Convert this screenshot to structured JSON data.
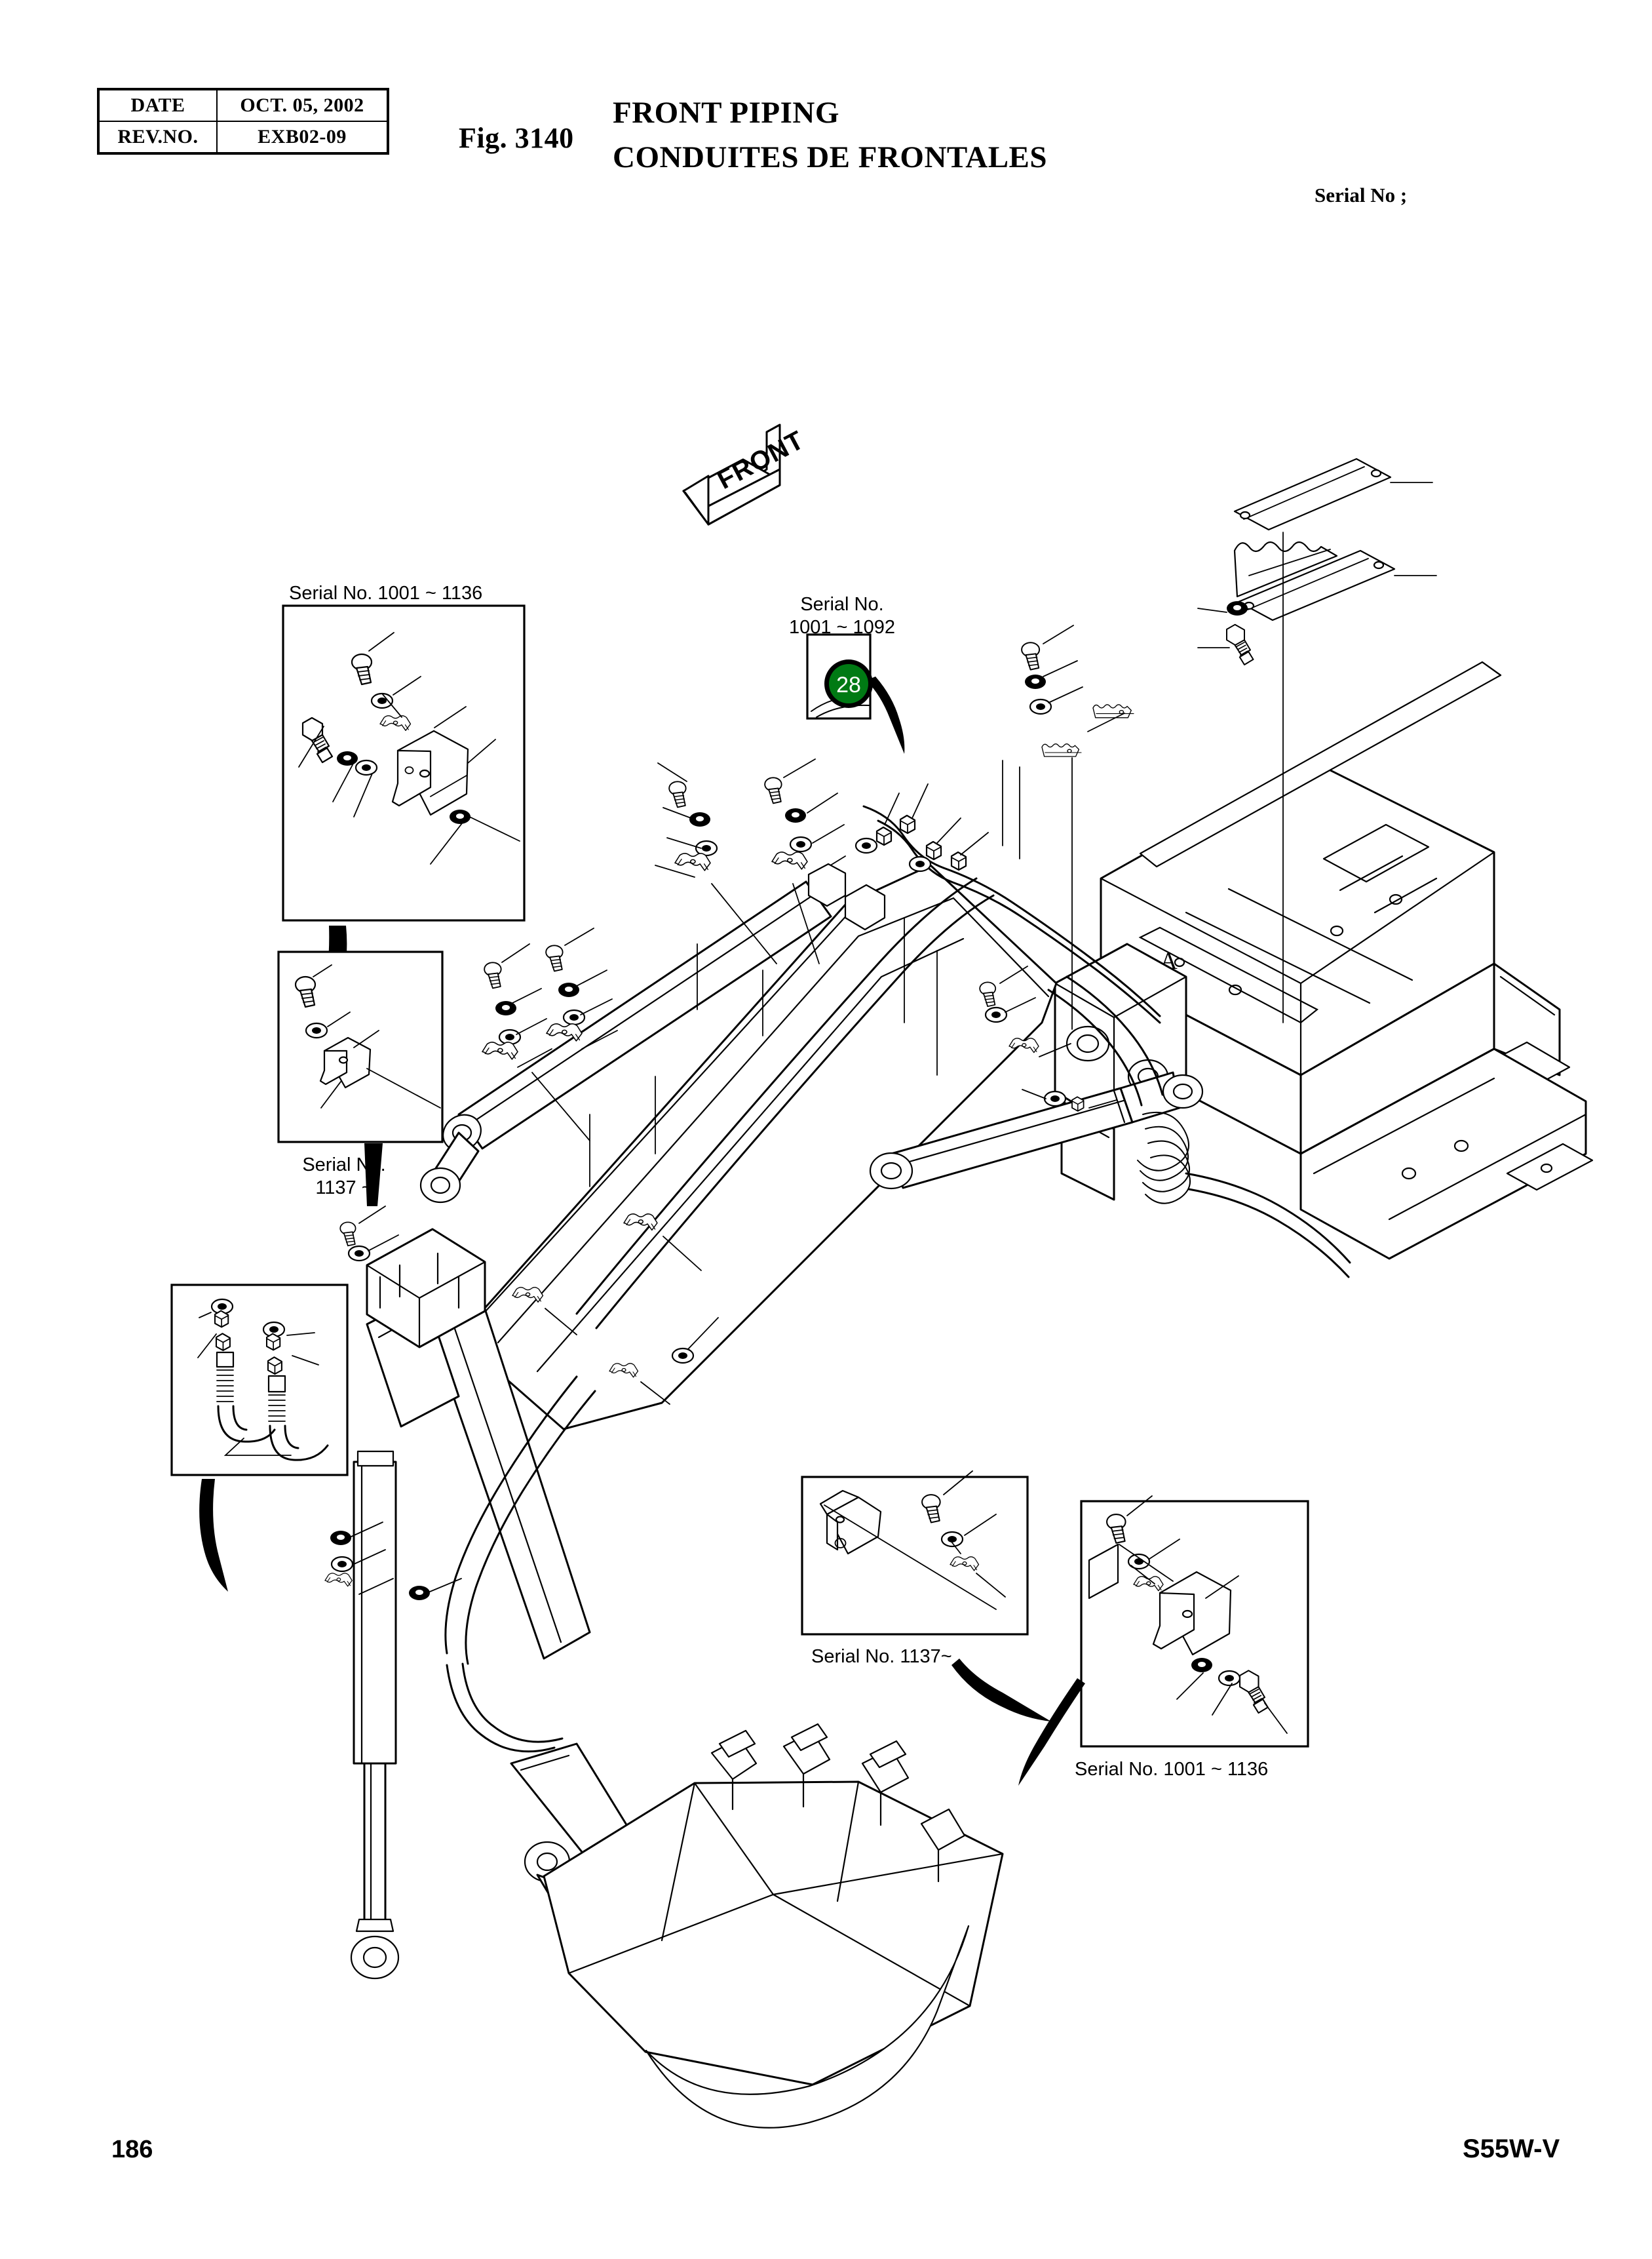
{
  "header": {
    "rows": [
      {
        "key": "DATE",
        "value": "OCT. 05, 2002"
      },
      {
        "key": "REV.NO.",
        "value": "EXB02-09"
      }
    ],
    "fig_number": "Fig. 3140",
    "title_en": "FRONT PIPING",
    "title_fr": "CONDUITES DE FRONTALES",
    "serial_field_label": "Serial No ;"
  },
  "orientation": {
    "arrow_label": "FRONT"
  },
  "callouts": {
    "top_left_detail": {
      "label": "Serial No. 1001 ~ 1136"
    },
    "mid_left_detail": {
      "label_line1": "Serial No.",
      "label_line2": "1137 ~"
    },
    "top_center_detail": {
      "label_line1": "Serial No.",
      "label_line2": "1001 ~ 1092",
      "badge_number": "28",
      "badge_color": "#007a14",
      "badge_text_color": "#ffffff"
    },
    "hose_detail": {
      "label": ""
    },
    "bottom_center_detail": {
      "label": "Serial No. 1137~"
    },
    "bottom_right_detail": {
      "label": "Serial No. 1001 ~ 1136"
    }
  },
  "drawing": {
    "section_mark": "A",
    "line_color": "#000000",
    "fill_color": "#ffffff"
  },
  "footer": {
    "page_number": "186",
    "model_code": "S55W-V"
  }
}
